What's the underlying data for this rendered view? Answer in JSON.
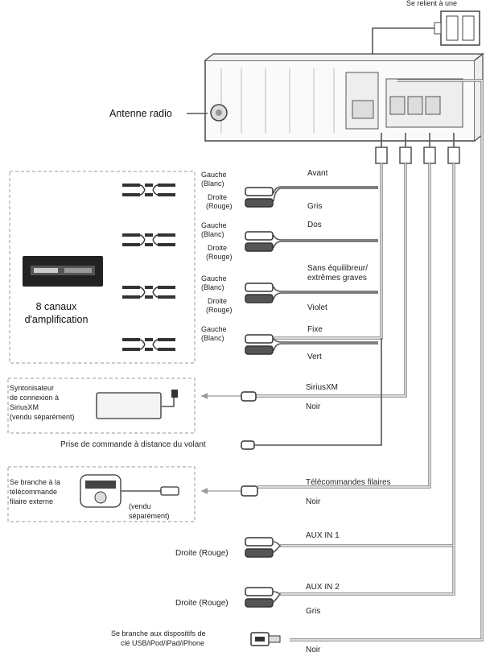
{
  "top_label": "Se relient à une",
  "antenna": "Antenne radio",
  "amp_block": {
    "line1": "8 canaux",
    "line2": "d'amplification"
  },
  "rca_labels": {
    "left_white": [
      "Gauche",
      "(Blanc)"
    ],
    "right_red": [
      "Droite",
      "(Rouge)"
    ]
  },
  "channels": {
    "front": {
      "name": "Avant",
      "color": "Gris"
    },
    "rear": {
      "name": "Dos",
      "color": ""
    },
    "sub": {
      "name_line1": "Sans équilibreur/",
      "name_line2": "extrêmes graves",
      "color": "Violet"
    },
    "fixed": {
      "name": "Fixe",
      "color": "Vert"
    }
  },
  "siriusxm": {
    "box_lines": [
      "Syntonisateur",
      "de connexion à",
      "SiriusXM",
      "(vendu séparément)"
    ],
    "cable": "SiriusXM",
    "color": "Noir"
  },
  "steering": "Prise de commande à distance du volant",
  "wired_remote": {
    "box_lines": [
      "Se branche à la",
      "télécommande",
      "filaire externe"
    ],
    "sold_separately": [
      "(vendu",
      "séparément)"
    ],
    "cable": "Télécommandes filaires",
    "color": "Noir"
  },
  "aux1": {
    "name": "AUX IN 1",
    "side": "Droite (Rouge)"
  },
  "aux2": {
    "name": "AUX IN 2",
    "side": "Droite (Rouge)",
    "color": "Gris"
  },
  "usb": {
    "line1": "Se branche aux dispositifs de",
    "line2": "clé USB/iPod/iPad/iPhone",
    "color": "Noir"
  }
}
